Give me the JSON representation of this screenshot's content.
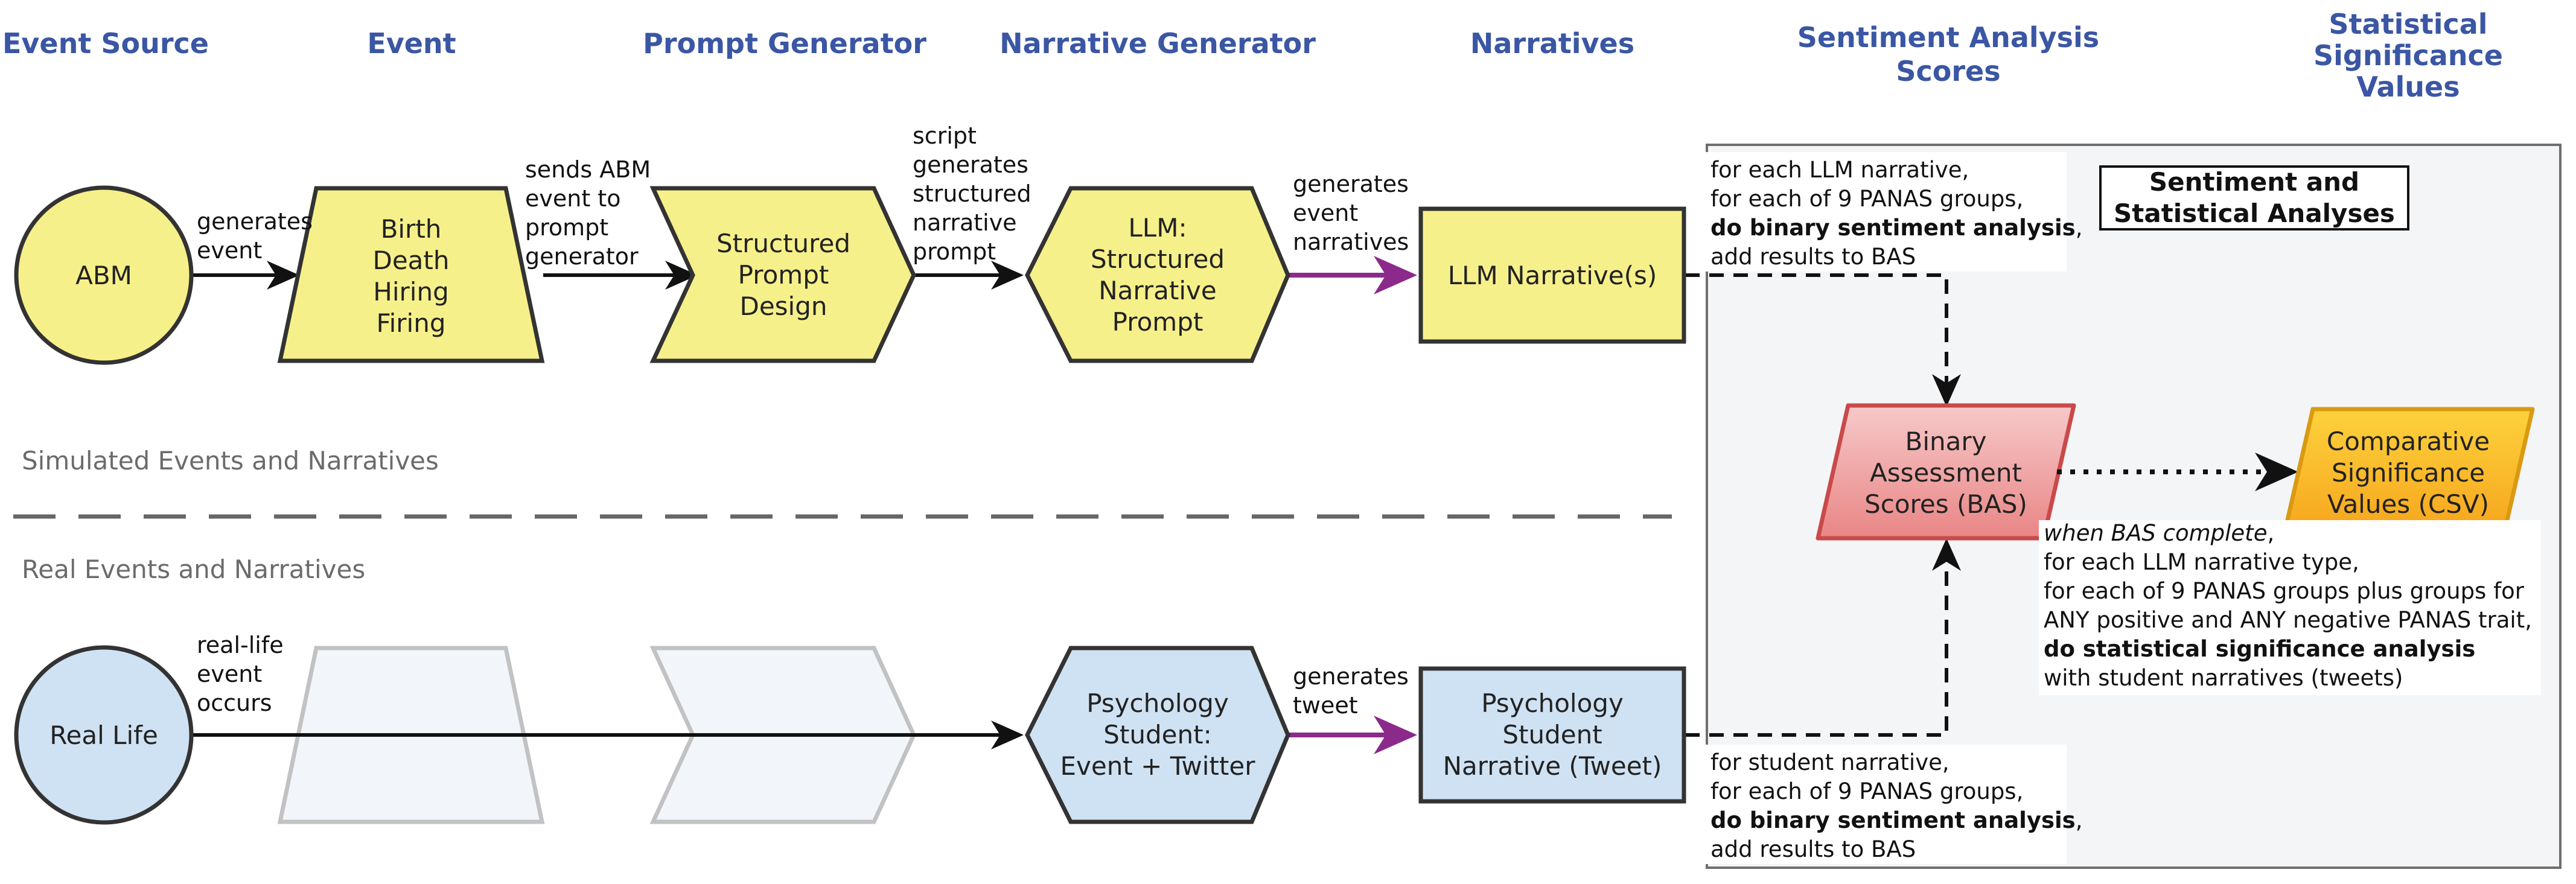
{
  "columns": {
    "event_source": "Event Source",
    "event": "Event",
    "prompt_generator": "Prompt Generator",
    "narrative_generator": "Narrative Generator",
    "narratives": "Narratives",
    "sentiment_l1": "Sentiment Analysis",
    "sentiment_l2": "Scores",
    "stat_l1": "Statistical",
    "stat_l2": "Significance",
    "stat_l3": "Values"
  },
  "sections": {
    "simulated": "Simulated Events and Narratives",
    "real": "Real Events and Narratives"
  },
  "nodes": {
    "abm": "ABM",
    "event_l1": "Birth",
    "event_l2": "Death",
    "event_l3": "Hiring",
    "event_l4": "Firing",
    "prompt_l1": "Structured",
    "prompt_l2": "Prompt",
    "prompt_l3": "Design",
    "llm_l1": "LLM:",
    "llm_l2": "Structured",
    "llm_l3": "Narrative",
    "llm_l4": "Prompt",
    "llm_narr": "LLM Narrative(s)",
    "real_life": "Real Life",
    "psy_l1": "Psychology",
    "psy_l2": "Student:",
    "psy_l3": "Event + Twitter",
    "tweet_l1": "Psychology",
    "tweet_l2": "Student",
    "tweet_l3": "Narrative (Tweet)",
    "bas_l1": "Binary",
    "bas_l2": "Assessment",
    "bas_l3": "Scores (BAS)",
    "csv_l1": "Comparative",
    "csv_l2": "Significance",
    "csv_l3": "Values (CSV)"
  },
  "edge_labels": {
    "gen_event_l1": "generates",
    "gen_event_l2": "event",
    "sends_l1": "sends ABM",
    "sends_l2": "event to",
    "sends_l3": "prompt",
    "sends_l4": "generator",
    "script_l1": "script",
    "script_l2": "generates",
    "script_l3": "structured",
    "script_l4": "narrative",
    "script_l5": "prompt",
    "gen_narr_l1": "generates",
    "gen_narr_l2": "event",
    "gen_narr_l3": "narratives",
    "real_l1": "real-life",
    "real_l2": "event",
    "real_l3": "occurs",
    "tweet_l1": "generates",
    "tweet_l2": "tweet"
  },
  "box_title": {
    "l1": "Sentiment and",
    "l2": "Statistical Analyses"
  },
  "annotations": {
    "top": {
      "l1": "for each LLM narrative,",
      "l2": "for each of 9 PANAS groups,",
      "l3_bold": "do binary sentiment analysis",
      "l3_rest": ",",
      "l4": "add results to BAS"
    },
    "bottom": {
      "l1": "for student narrative,",
      "l2": "for each of 9 PANAS groups,",
      "l3_bold": "do binary sentiment analysis",
      "l3_rest": ",",
      "l4": "add results to BAS"
    },
    "stat": {
      "l1_italic": "when BAS complete",
      "l1_rest": ",",
      "l2": "for each LLM narrative type,",
      "l3": "for each of 9 PANAS groups plus groups for",
      "l4": "ANY positive and ANY negative PANAS trait,",
      "l5_bold": "do statistical significance analysis",
      "l6": "with student narratives (tweets)"
    }
  },
  "colors": {
    "heading": "#3a56a4",
    "sim_fill": "#f6f08a",
    "real_fill": "#cfe2f3",
    "ghost_fill": "#f2f6fb",
    "edge_purple": "#8b2a8b",
    "bas_fill": "#f0a0a0",
    "csv_fill": "#fbb824",
    "box_bg": "#f4f5f7"
  }
}
